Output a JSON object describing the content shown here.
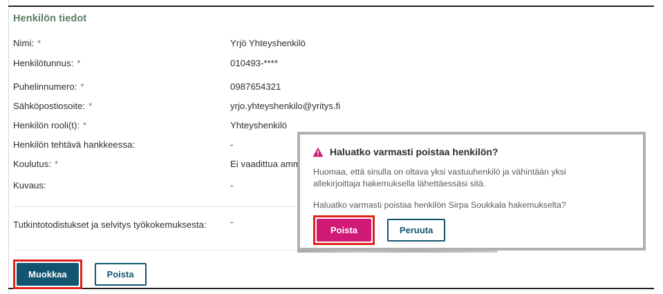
{
  "section": {
    "heading": "Henkilön tiedot"
  },
  "fields": [
    {
      "label": "Nimi:",
      "required": true,
      "value": "Yrjö Yhteyshenkilö"
    },
    {
      "label": "Henkilötunnus:",
      "required": true,
      "value": "010493-****"
    },
    {
      "label": "Puhelinnumero:",
      "required": true,
      "value": "0987654321"
    },
    {
      "label": "Sähköpostiosoite:",
      "required": true,
      "value": "yrjo.yhteyshenkilo@yritys.fi"
    },
    {
      "label": "Henkilön rooli(t):",
      "required": true,
      "value": "Yhteyshenkilö"
    },
    {
      "label": "Henkilön tehtävä hankkeessa:",
      "required": false,
      "value": "-"
    },
    {
      "label": "Koulutus:",
      "required": true,
      "value": "Ei vaadittua amm"
    },
    {
      "label": "Kuvaus:",
      "required": false,
      "value": "-"
    }
  ],
  "attachment": {
    "label": "Tutkintotodistukset ja selvitys työkokemuksesta:",
    "value": "-"
  },
  "footer": {
    "edit_label": "Muokkaa",
    "delete_label": "Poista"
  },
  "dialog": {
    "icon": "warning-triangle-icon",
    "title": "Haluatko varmasti poistaa henkilön?",
    "note": "Huomaa, että sinulla on oltava yksi vastuuhenkilö ja vähintään yksi allekirjoittaja hakemuksella lähettäessäsi sitä.",
    "question": "Haluatko varmasti poistaa henkilön Sirpa Soukkala hakemukselta?",
    "confirm_label": "Poista",
    "cancel_label": "Peruuta"
  },
  "colors": {
    "heading_green": "#5a7d63",
    "required_star_green": "#4f8a5b",
    "primary_dark_teal": "#115570",
    "danger_magenta": "#d01a76",
    "annotation_red": "#e0201b",
    "dialog_border_grey": "#b0b0b0"
  }
}
